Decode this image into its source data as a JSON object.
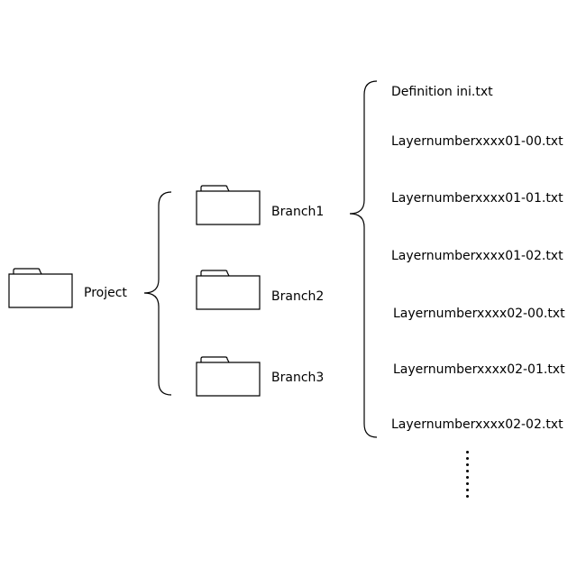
{
  "root": {
    "label": "Project",
    "icon": "folder-icon"
  },
  "branches": [
    {
      "label": "Branch1",
      "icon": "folder-icon"
    },
    {
      "label": "Branch2",
      "icon": "folder-icon"
    },
    {
      "label": "Branch3",
      "icon": "folder-icon"
    }
  ],
  "files": [
    {
      "label": "Definition ini.txt"
    },
    {
      "label": "Layernumberxxxx01-00.txt"
    },
    {
      "label": "Layernumberxxxx01-01.txt"
    },
    {
      "label": "Layernumberxxxx01-02.txt"
    },
    {
      "label": "Layernumberxxxx02-00.txt"
    },
    {
      "label": "Layernumberxxxx02-01.txt"
    },
    {
      "label": "Layernumberxxxx02-02.txt"
    }
  ],
  "continuation_indicator": "vertical-ellipsis",
  "colors": {
    "line": "#000000",
    "background": "#ffffff"
  }
}
